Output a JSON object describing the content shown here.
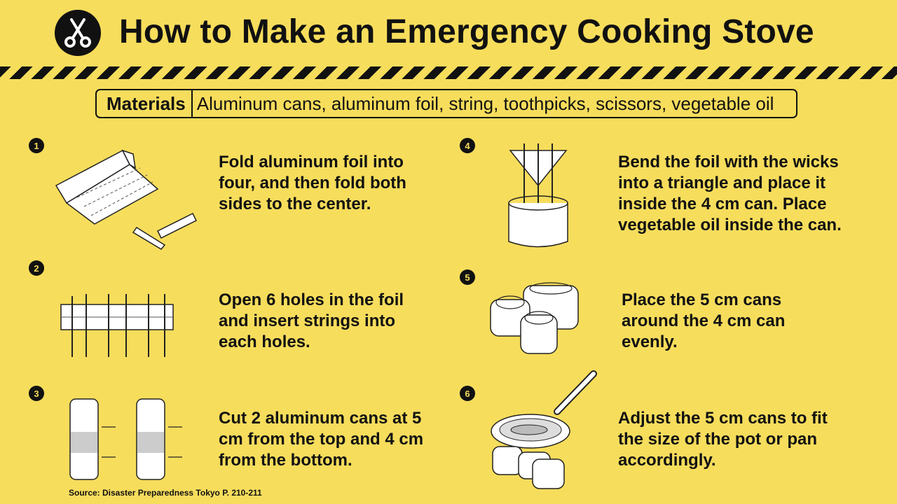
{
  "header": {
    "title": "How to Make an Emergency Cooking Stove",
    "logo_icon": "scissors-icon"
  },
  "materials": {
    "label": "Materials",
    "text": "Aluminum cans, aluminum foil, string, toothpicks, scissors, vegetable oil"
  },
  "steps": [
    {
      "number": "1",
      "text": "Fold aluminum foil into\nfour, and then fold both\nsides to the center.",
      "illustration": "folded-foil-illustration"
    },
    {
      "number": "2",
      "text": "Open 6 holes in the foil\nand insert strings into\neach holes.",
      "illustration": "foil-with-strings-illustration"
    },
    {
      "number": "3",
      "text": "Cut 2 aluminum cans at 5\ncm from the top and 4 cm\nfrom the bottom.",
      "illustration": "cut-cans-illustration"
    },
    {
      "number": "4",
      "text": "Bend the foil with the wicks\ninto a triangle and place it\ninside the 4 cm can. Place\nvegetable oil inside the can.",
      "illustration": "wick-in-can-illustration"
    },
    {
      "number": "5",
      "text": "Place the 5 cm cans\naround the 4 cm can\nevenly.",
      "illustration": "cans-around-can-illustration"
    },
    {
      "number": "6",
      "text": "Adjust the 5 cm cans to fit\nthe size of the pot or pan\naccordingly.",
      "illustration": "pan-on-stove-illustration"
    }
  ],
  "source": "Source: Disaster Preparedness Tokyo P. 210-211",
  "colors": {
    "background": "#f7dd5c",
    "ink": "#111111"
  }
}
